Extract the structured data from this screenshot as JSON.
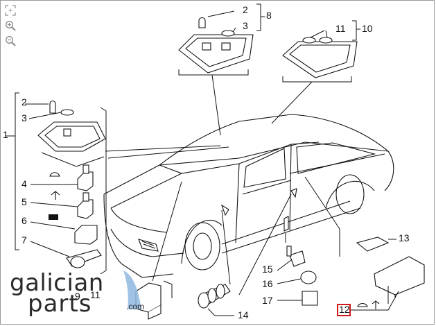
{
  "toolbar": {
    "buttons": [
      {
        "name": "fit-to-screen",
        "icon": "fit-screen-icon"
      },
      {
        "name": "zoom-in",
        "icon": "zoom-in-icon"
      },
      {
        "name": "zoom-out",
        "icon": "zoom-out-icon"
      }
    ]
  },
  "callouts": {
    "c1": "1",
    "c2a": "2",
    "c3a": "3",
    "c4": "4",
    "c5": "5",
    "c6": "6",
    "c7": "7",
    "c2b": "2",
    "c3b": "3",
    "c8": "8",
    "c11a": "11",
    "c10": "10",
    "c13": "13",
    "c15": "15",
    "c16": "16",
    "c17": "17",
    "c14": "14",
    "c9": "9",
    "c11b": "11",
    "c12": "12"
  },
  "logo": {
    "line1": "galician",
    "line2": "parts",
    "suffix": ".com",
    "accent_color": "#8fb8e0"
  },
  "colors": {
    "highlight": "#d01818"
  }
}
